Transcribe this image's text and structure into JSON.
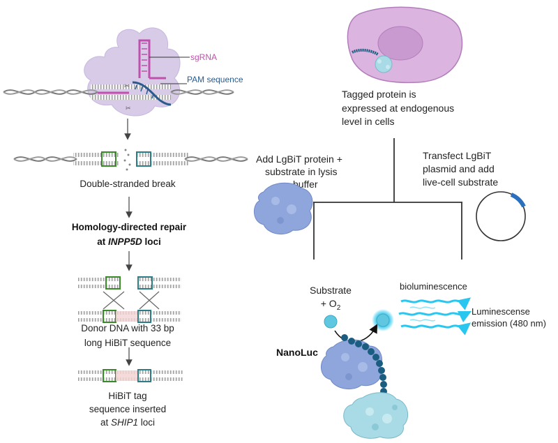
{
  "left": {
    "sgrna_label": "sgRNA",
    "pam_label": "PAM sequence",
    "double_strand_break": "Double-stranded break",
    "hdr_line1": "Homology-directed repair",
    "hdr_line2_prefix": "at ",
    "hdr_line2_gene": "INPP5D",
    "hdr_line2_suffix": " loci",
    "donor_line1": "Donor DNA with 33 bp",
    "donor_line2": "long HiBiT sequence",
    "inserted_line1": "HiBiT tag",
    "inserted_line2": "sequence inserted",
    "inserted_line3_prefix": "at ",
    "inserted_line3_gene": "SHIP1",
    "inserted_line3_suffix": " loci"
  },
  "right": {
    "tagged_line1": "Tagged protein is",
    "tagged_line2": "expressed at endogenous",
    "tagged_line3": "level in cells",
    "lysis_line1": "Add LgBiT protein +",
    "lysis_line2": "substrate in lysis",
    "lysis_line3": "buffer",
    "transfect_line1": "Transfect LgBiT",
    "transfect_line2": "plasmid and add",
    "transfect_line3": "live-cell substrate",
    "substrate_line1": "Substrate",
    "substrate_line2_prefix": "+ O",
    "substrate_line2_sub": "2",
    "bioluminescence": "bioluminescence",
    "emission_line1": "Luminescense",
    "emission_line2": "emission (480 nm)",
    "nanoluc": "NanoLuc"
  },
  "colors": {
    "sgrna": "#c04fae",
    "pam": "#2b5a8c",
    "cell": "#dcb4e0",
    "nucleus": "#c99ad0",
    "lgbit": "#8fa6dc",
    "hibit_chain": "#1b5d80",
    "light": "#29c6ef",
    "green_seg": "#3a8a2a",
    "teal_seg": "#2e7d84",
    "pink_seg": "#e0a0a0"
  }
}
